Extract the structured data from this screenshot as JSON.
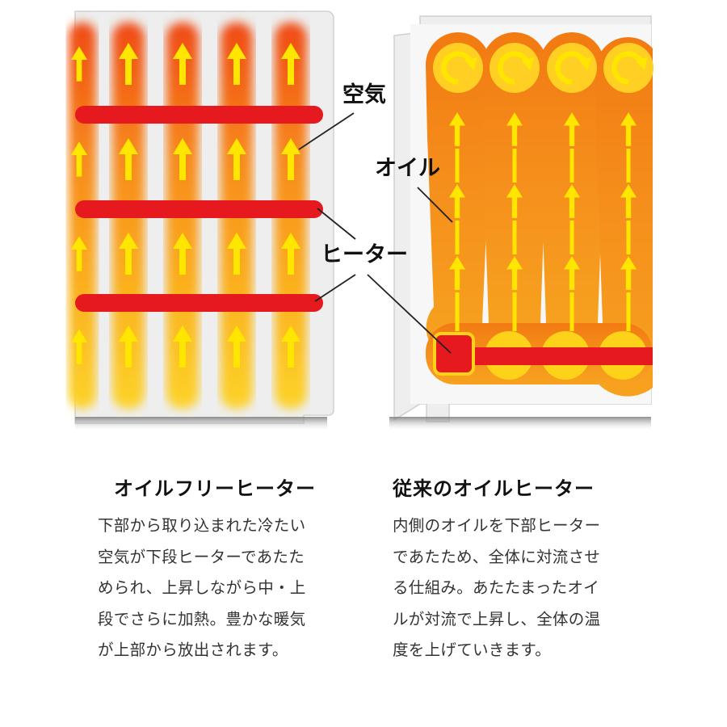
{
  "diagram": {
    "labels": {
      "air": "空気",
      "oil": "オイル",
      "heater": "ヒーター"
    },
    "colors": {
      "heater_red": "#e5191e",
      "hot_orange": "#f26a18",
      "warm_yellow": "#ffd21a",
      "arrow_yellow": "#ffe600",
      "casing_gray": "#e8e8e8"
    }
  },
  "captions": {
    "left": {
      "title": "オイルフリーヒーター",
      "lines": [
        "下部から取り込まれた冷たい",
        "空気が下段ヒーターであたた",
        "められ、上昇しながら中・上",
        "段でさらに加熱。豊かな暖気",
        "が上部から放出されます。"
      ]
    },
    "right": {
      "title": "従来のオイルヒーター",
      "lines": [
        "内側のオイルを下部ヒーター",
        "であたため、全体に対流させ",
        "る仕組み。あたたまったオイ",
        "ルが対流で上昇し、全体の温",
        "度を上げていきます。"
      ]
    }
  }
}
